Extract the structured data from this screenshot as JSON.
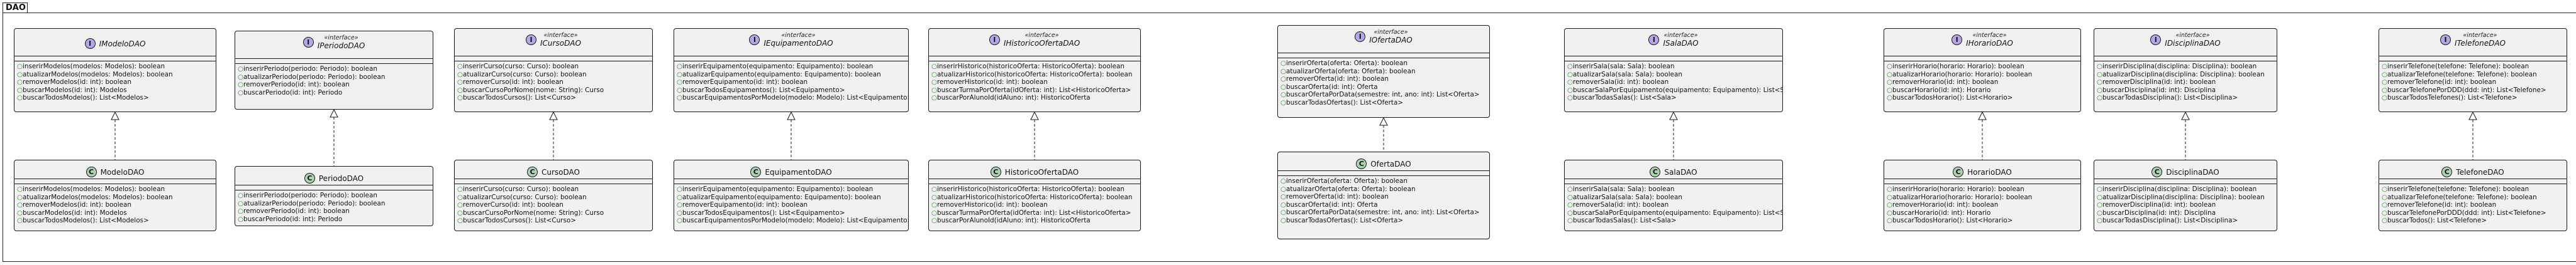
{
  "package": {
    "name": "DAO"
  },
  "stereotype_label": "«interface»",
  "interfaces": [
    {
      "name": "IModeloDAO",
      "show_stereotype": false,
      "methods": [
        "inserirModelos(modelos: Modelos): boolean",
        "atualizarModelos(modelos: Modelos): boolean",
        "removerModelos(id: int): boolean",
        "buscarModelos(id: int): Modelos",
        "buscarTodosModelos(): List<Modelos>"
      ]
    },
    {
      "name": "IPeriodoDAO",
      "show_stereotype": true,
      "methods": [
        "inserirPeriodo(periodo: Periodo): boolean",
        "atualizarPeriodo(periodo: Periodo): boolean",
        "removerPeriodo(id: int): boolean",
        "buscarPeriodo(id: int): Periodo"
      ]
    },
    {
      "name": "ICursoDAO",
      "show_stereotype": true,
      "methods": [
        "inserirCurso(curso: Curso): boolean",
        "atualizarCurso(curso: Curso): boolean",
        "removerCurso(id: int): boolean",
        "buscarCursoPorNome(nome: String): Curso",
        "buscarTodosCursos(): List<Curso>"
      ]
    },
    {
      "name": "IEquipamentoDAO",
      "show_stereotype": true,
      "methods": [
        "inserirEquipamento(equipamento: Equipamento): boolean",
        "atualizarEquipamento(equipamento: Equipamento): boolean",
        "removerEquipamento(id: int): boolean",
        "buscarTodosEquipamentos(): List<Equipamento>",
        "buscarEquipamentosPorModelo(modelo: Modelo): List<Equipamento>"
      ]
    },
    {
      "name": "IHistoricoOfertaDAO",
      "show_stereotype": true,
      "methods": [
        "inserirHistorico(historicoOferta: HistoricoOferta): boolean",
        "atualizarHistorico(historicoOferta: HistoricoOferta): boolean",
        "removerHistorico(id: int): boolean",
        "buscarTurmaPorOferta(idOferta: int): List<HistoricoOferta>",
        "buscarPorAlunoId(idAluno: int): HistoricoOferta"
      ]
    },
    {
      "name": "IOfertaDAO",
      "show_stereotype": true,
      "methods": [
        "inserirOferta(oferta: Oferta): boolean",
        "atualizarOferta(oferta: Oferta): boolean",
        "removerOferta(id: int): boolean",
        "buscarOferta(id: int): Oferta",
        "buscarOfertaPorData(semestre: int, ano: int): List<Oferta>",
        "buscarTodasOfertas(): List<Oferta>"
      ]
    },
    {
      "name": "ISalaDAO",
      "show_stereotype": true,
      "methods": [
        "inserirSala(sala: Sala): boolean",
        "atualizarSala(sala: Sala): boolean",
        "removerSala(id: int): boolean",
        "buscarSalaPorEquipamento(equipamento: Equipamento): List<Sala>",
        "buscarTodasSalas(): List<Sala>"
      ]
    },
    {
      "name": "IHorarioDAO",
      "show_stereotype": true,
      "methods": [
        "inserirHorario(horario: Horario): boolean",
        "atualizarHorario(horario: Horario): boolean",
        "removerHorario(id: int): boolean",
        "buscarHorario(id: int): Horario",
        "buscarTodosHorario(): List<Horario>"
      ]
    },
    {
      "name": "IDisciplinaDAO",
      "show_stereotype": true,
      "methods": [
        "inserirDisciplina(disciplina: Disciplina): boolean",
        "atualizarDisciplina(disciplina: Disciplina): boolean",
        "removerDisciplina(id: int): boolean",
        "buscarDisciplina(id: int): Disciplina",
        "buscarTodasDisciplina(): List<Disciplina>"
      ]
    },
    {
      "name": "ITelefoneDAO",
      "show_stereotype": true,
      "methods": [
        "inserirTelefone(telefone: Telefone): boolean",
        "atualizarTelefone(telefone: Telefone): boolean",
        "removerTelefone(id: int): boolean",
        "buscarTelefonePorDDD(ddd: int): List<Telefone>",
        "buscarTodosTelefones(): List<Telefone>"
      ]
    }
  ],
  "classes": [
    {
      "name": "ModeloDAO",
      "methods": [
        "inserirModelos(modelos: Modelos): boolean",
        "atualizarModelos(modelos: Modelos): boolean",
        "removerModelos(id: int): boolean",
        "buscarModelos(id: int): Modelos",
        "buscarTodosModelos(): List<Modelos>"
      ]
    },
    {
      "name": "PeriodoDAO",
      "methods": [
        "inserirPeriodo(periodo: Periodo): boolean",
        "atualizarPeriodo(periodo: Periodo): boolean",
        "removerPeriodo(id: int): boolean",
        "buscarPeriodo(id: int): Periodo"
      ]
    },
    {
      "name": "CursoDAO",
      "methods": [
        "inserirCurso(curso: Curso): boolean",
        "atualizarCurso(curso: Curso): boolean",
        "removerCurso(id: int): boolean",
        "buscarCursoPorNome(nome: String): Curso",
        "buscarTodosCursos(): List<Curso>"
      ]
    },
    {
      "name": "EquipamentoDAO",
      "methods": [
        "inserirEquipamento(equipamento: Equipamento): boolean",
        "atualizarEquipamento(equipamento: Equipamento): boolean",
        "removerEquipamento(id: int): boolean",
        "buscarTodosEquipamentos(): List<Equipamento>",
        "buscarEquipamentosPorModelo(modelo: Modelo): List<Equipamento>"
      ]
    },
    {
      "name": "HistoricoOfertaDAO",
      "methods": [
        "inserirHistorico(historicoOferta: HistoricoOferta): boolean",
        "atualizarHistorico(historicoOferta: HistoricoOferta): boolean",
        "removerHistorico(id: int): boolean",
        "buscarTurmaPorOferta(idOferta: int): List<HistoricoOferta>",
        "buscarPorAlunoId(idAluno: int): HistoricoOferta"
      ]
    },
    {
      "name": "OfertaDAO",
      "methods": [
        "inserirOferta(oferta: Oferta): boolean",
        "atualizarOferta(oferta: Oferta): boolean",
        "removerOferta(id: int): boolean",
        "buscarOferta(id: int): Oferta",
        "buscarOfertaPorData(semestre: int, ano: int): List<Oferta>",
        "buscarTodasOfertas(): List<Oferta>"
      ]
    },
    {
      "name": "SalaDAO",
      "methods": [
        "inserirSala(sala: Sala): boolean",
        "atualizarSala(sala: Sala): boolean",
        "removerSala(id: int): boolean",
        "buscarSalaPorEquipamento(equipamento: Equipamento): List<Sala>",
        "buscarTodasSalas(): List<Sala>"
      ]
    },
    {
      "name": "HorarioDAO",
      "methods": [
        "inserirHorario(horario: Horario): boolean",
        "atualizarHorario(horario: Horario): boolean",
        "removerHorario(id: int): boolean",
        "buscarHorario(id: int): Horario",
        "buscarTodosHorario(): List<Horario>"
      ]
    },
    {
      "name": "DisciplinaDAO",
      "methods": [
        "inserirDisciplina(disciplina: Disciplina): boolean",
        "atualizarDisciplina(disciplina: Disciplina): boolean",
        "removerDisciplina(id: int): boolean",
        "buscarDisciplina(id: int): Disciplina",
        "buscarTodasDisciplina(): List<Disciplina>"
      ]
    },
    {
      "name": "TelefoneDAO",
      "methods": [
        "inserirTelefone(telefone: Telefone): boolean",
        "atualizarTelefone(telefone: Telefone): boolean",
        "removerTelefone(id: int): boolean",
        "buscarTelefonePorDDD(ddd: int): List<Telefone>",
        "buscarTodos(): List<Telefone>"
      ]
    }
  ],
  "colors": {
    "interface_badge": "#b4a7e5",
    "class_badge": "#add1b2",
    "box_fill": "#f1f1f1",
    "visibility": "#2e7d32"
  },
  "icons": {
    "interface": "interface-icon",
    "class": "class-icon",
    "visibility": "public-visibility-icon"
  },
  "badge_letters": {
    "interface": "I",
    "class": "C"
  },
  "visibility_glyph": "○"
}
